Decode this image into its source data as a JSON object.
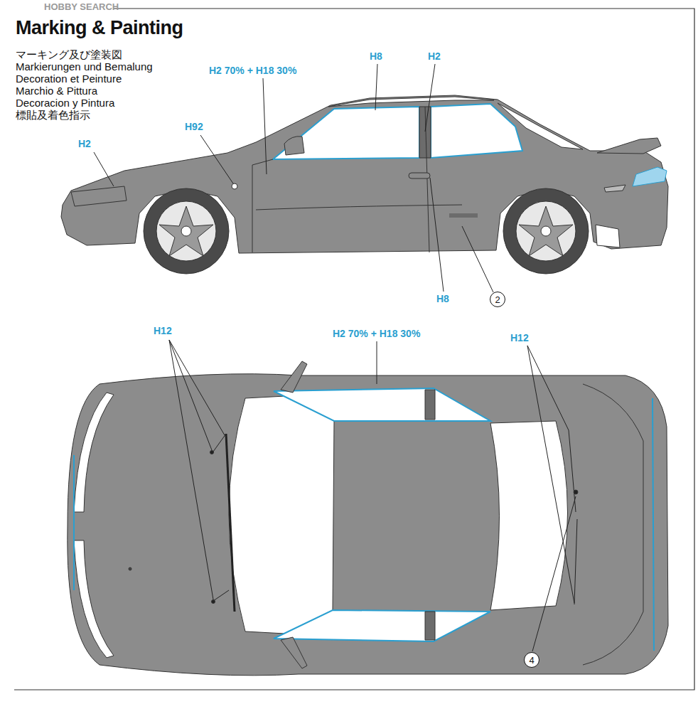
{
  "diagram": {
    "title": "Marking & Painting",
    "nodes": [
      {
        "text": [
          "2"
        ]
      },
      {
        "text": [
          "4"
        ]
      }
    ],
    "edges": [],
    "labels": [
      "HOBBY SEARCH",
      "マーキング及び塗装図",
      "Markierungen und Bemalung",
      "Decoration et Peinture",
      "Marchio & Pittura",
      "Decoracion y Pintura",
      "標貼及着色指示",
      "H2 70% + H18 30%",
      "H8",
      "H2",
      "H92",
      "H2",
      "H8",
      "H12",
      "H2 70% + H18 30%",
      "H12"
    ]
  }
}
